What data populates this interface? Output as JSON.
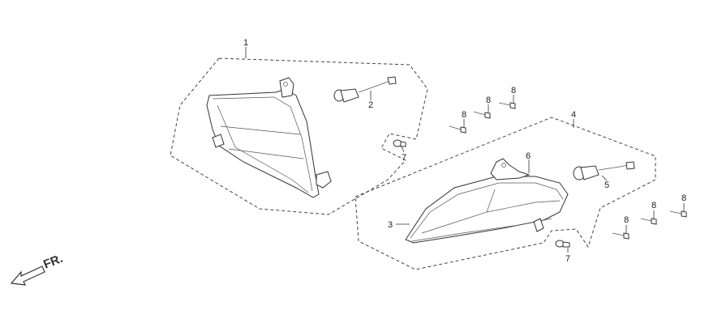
{
  "diagram": {
    "direction_label": "FR.",
    "callouts": {
      "part_1": "1",
      "part_2": "2",
      "part_3": "3",
      "part_4": "4",
      "part_5": "5",
      "part_6": "6",
      "part_7a": "7",
      "part_7b": "7",
      "part_8a": "8",
      "part_8b": "8",
      "part_8c": "8",
      "part_8d": "8",
      "part_8e": "8",
      "part_8f": "8"
    }
  }
}
